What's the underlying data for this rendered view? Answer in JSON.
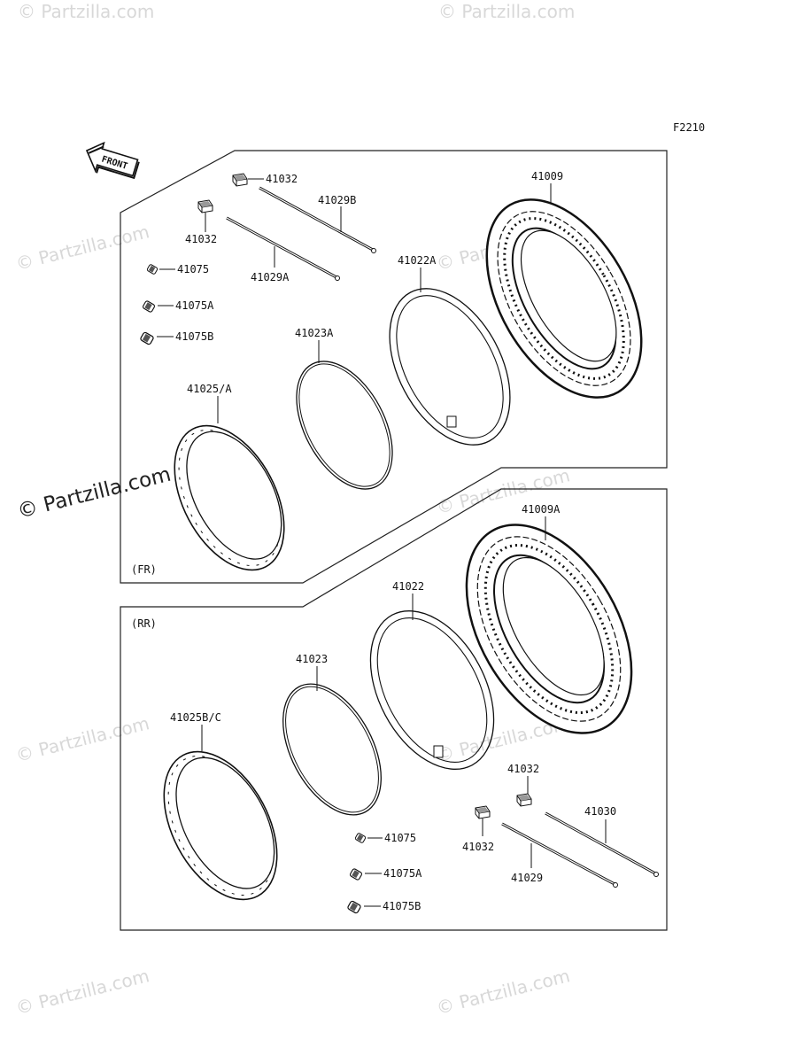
{
  "figure_code": "F2210",
  "front_label": "FRONT",
  "section_front": "(FR)",
  "section_rear": "(RR)",
  "watermark": "© Partzilla.com",
  "watermark_main": "© Partzilla.com",
  "callouts": {
    "p41032_top_a": "41032",
    "p41029B": "41029B",
    "p41009": "41009",
    "p41032_top_b": "41032",
    "p41029A": "41029A",
    "p41022A": "41022A",
    "p41075_fr": "41075",
    "p41075A_fr": "41075A",
    "p41075B_fr": "41075B",
    "p41023A": "41023A",
    "p41025A": "41025/A",
    "p41009A": "41009A",
    "p41022": "41022",
    "p41023": "41023",
    "p41025BC": "41025B/C",
    "p41032_rr_a": "41032",
    "p41030": "41030",
    "p41032_rr_b": "41032",
    "p41029": "41029",
    "p41075_rr": "41075",
    "p41075A_rr": "41075A",
    "p41075B_rr": "41075B"
  }
}
